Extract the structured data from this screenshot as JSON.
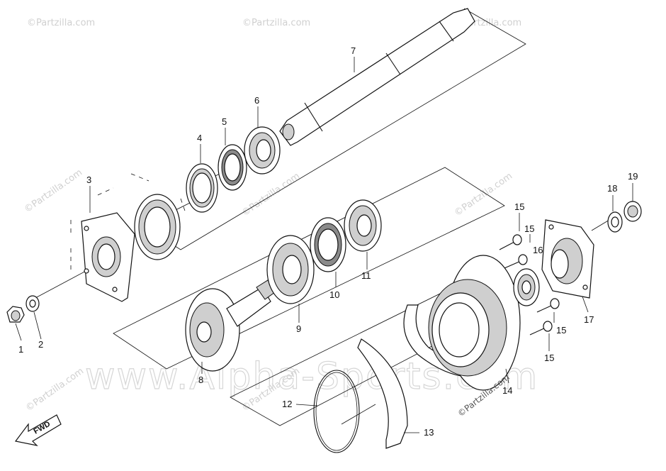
{
  "watermark": {
    "small": "©Partzilla.com",
    "big": "www.Alpha-Sports.com",
    "angled": "©Partzilla.com"
  },
  "direction_arrow": {
    "text": "FWD"
  },
  "parts": {
    "p1": "1",
    "p2": "2",
    "p3": "3",
    "p4": "4",
    "p5": "5",
    "p6": "6",
    "p7": "7",
    "p8": "8",
    "p9": "9",
    "p10": "10",
    "p11": "11",
    "p12": "12",
    "p13": "13",
    "p14": "14",
    "p15a": "15",
    "p15b": "15",
    "p15c": "15",
    "p15d": "15",
    "p16": "16",
    "p17": "17",
    "p18": "18",
    "p19": "19"
  },
  "colors": {
    "line": "#111111",
    "watermark": "#d0d0d0",
    "background": "#ffffff"
  }
}
